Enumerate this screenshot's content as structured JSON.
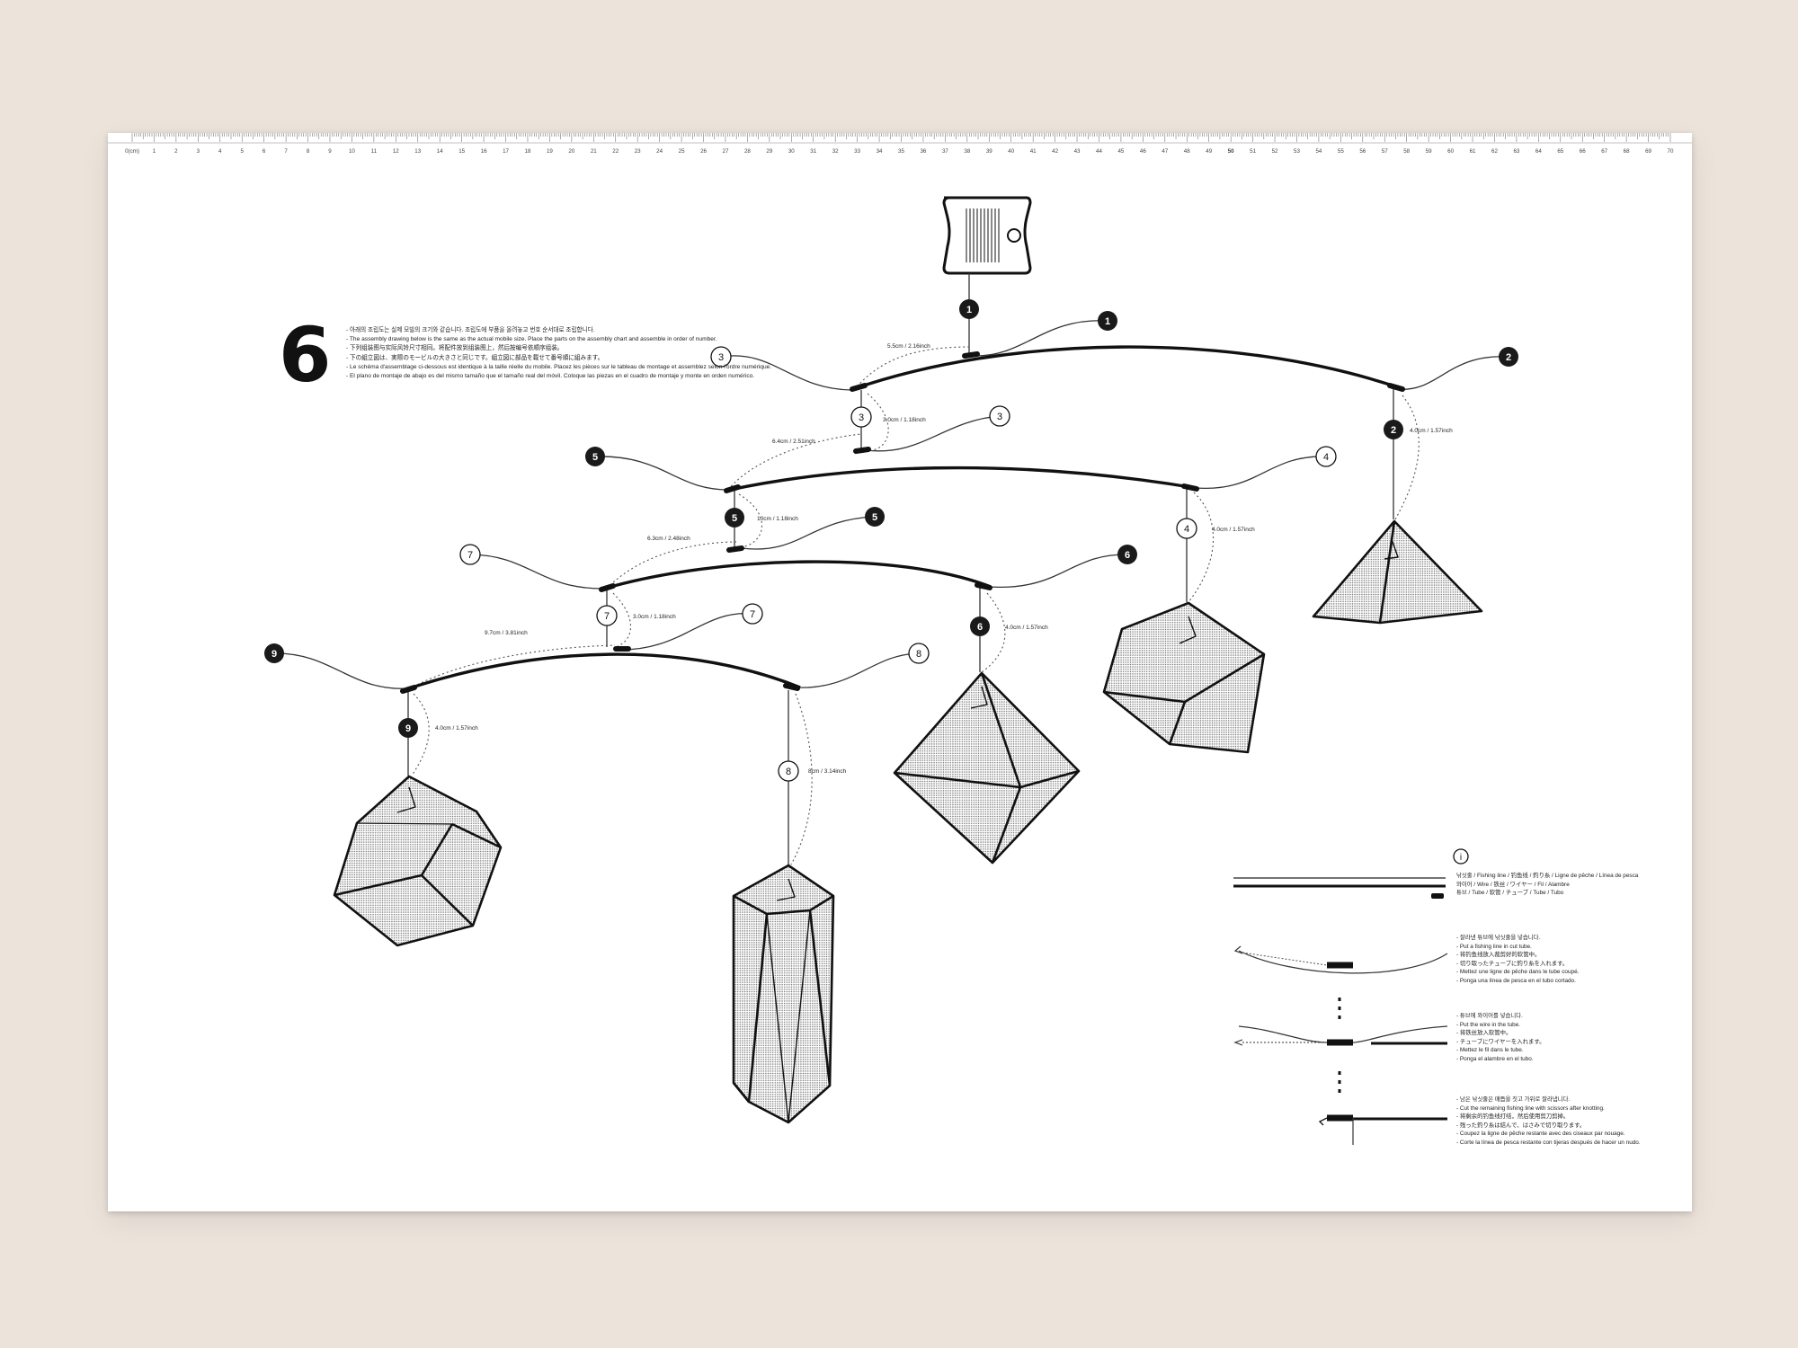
{
  "step": "6",
  "intro_lines": [
    "- 아래의 조립도는 실제 모빌의 크기와 같습니다. 조립도에 부품을 올려놓고 번호 순서대로 조립합니다.",
    "- The assembly drawing below is the same as the actual mobile size. Place the parts on the assembly chart and assemble in order of number.",
    "- 下列组装图与实际风铃尺寸相同。将配件放到组装图上，然后按编号依顺序组装。",
    "- 下の組立図は、実際のモービルの大きさと同じです。組立図に部品を載せて番号順に組みます。",
    "- Le schéma d'assemblage ci-dessous est identique à la taille réelle du mobile. Placez les pièces sur le tableau de montage et assemblez selon l'ordre numérique.",
    "- El plano de montaje de abajo es del mismo tamaño que el tamaño real del móvil. Coloque las piezas en el cuadro de montaje y monte en orden numérico."
  ],
  "ruler": {
    "unit_label": "0(cm)",
    "max": 70,
    "emphasis": 50
  },
  "labels": {
    "bubbles": [
      "1",
      "1",
      "2",
      "2",
      "3",
      "3",
      "3",
      "4",
      "4",
      "5",
      "5",
      "5",
      "6",
      "6",
      "7",
      "7",
      "7",
      "8",
      "8",
      "9",
      "9"
    ],
    "dims": [
      "5.5cm / 2.16inch",
      "3.0cm / 1.18inch",
      "4.0cm / 1.57inch",
      "6.4cm / 2.51inch",
      "10cm / 1.18inch",
      "4.0cm / 1.57inch",
      "6.3cm / 2.48inch",
      "3.0cm / 1.18inch",
      "4.0cm / 1.57inch",
      "9.7cm / 3.81inch",
      "4.0cm / 1.57inch",
      "8cm / 3.14inch"
    ]
  },
  "legend": {
    "info_icon": "i",
    "fishing_line": "낚싯줄 / Fishing line / 钓鱼线 / 釣り糸 / Ligne de pêche  / Línea de pesca",
    "wire": "와이어 / Wire / 铁丝 / ワイヤー / Fil / Alambre",
    "tube": "튜브 / Tube / 软管 / チューブ / Tube / Tubo"
  },
  "instructions": [
    [
      "- 잘라낸 튜브에 낚싯줄을 넣습니다.",
      "- Put a fishing line in cut tube.",
      "- 将钓鱼线放入裁剪好的软管中。",
      "- 切り取ったチューブに釣り糸を入れます。",
      "- Mettez une ligne de pêche dans le tube coupé.",
      "- Ponga una línea de pesca en el tubo cortado."
    ],
    [
      "- 튜브에 와이어를 넣습니다.",
      "- Put the wire in the tube.",
      "- 将铁丝放入软管中。",
      "- チューブにワイヤーを入れます。",
      "- Mettez le fil dans le tube.",
      "- Ponga el alambre en el tubo."
    ],
    [
      "- 남은 낚싯줄은 매듭을 짓고 가위로 잘라냅니다.",
      "- Cut the remaining fishing line with scissors after knotting.",
      "- 将剩余的钓鱼线打结，然后使用剪刀剪掉。",
      "- 残った釣り糸は結んで、はさみで切り取ります。",
      "- Coupez la ligne de pêche restante avec des ciseaux par nouage.",
      "- Corte la línea de pesca restante con tijeras después de hacer un nudo."
    ]
  ]
}
